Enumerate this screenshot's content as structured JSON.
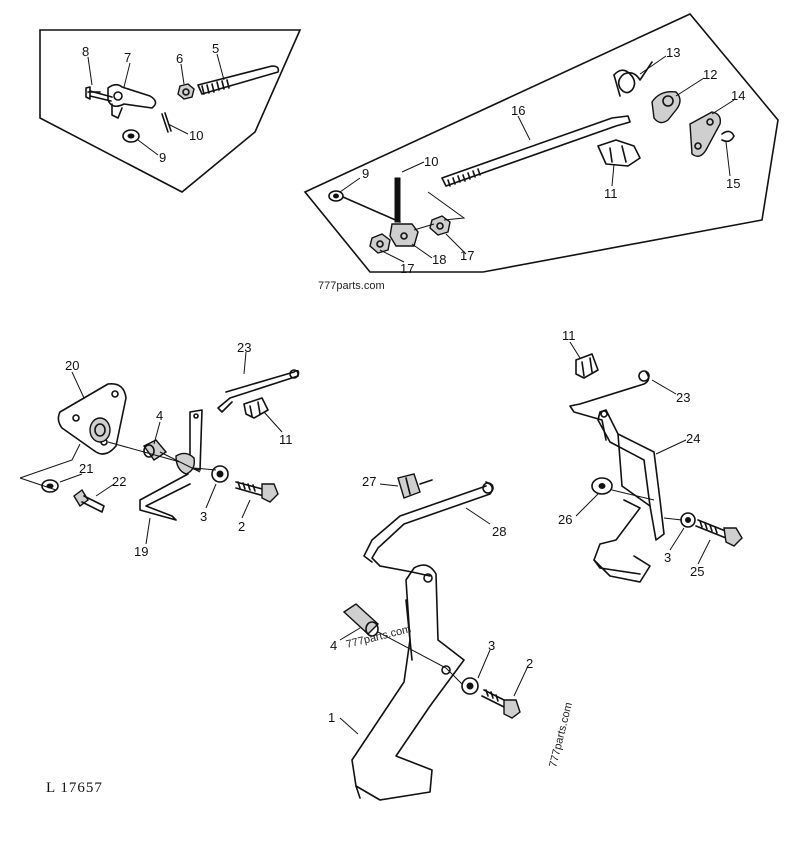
{
  "watermarks": [
    "777parts.com",
    "777parts.com",
    "777parts.com"
  ],
  "reference": "L  17657",
  "callouts": {
    "box1": [
      "8",
      "7",
      "6",
      "5",
      "10",
      "9"
    ],
    "box2": [
      "13",
      "12",
      "14",
      "16",
      "15",
      "11",
      "10",
      "9",
      "18",
      "17",
      "17"
    ],
    "left_assembly": [
      "20",
      "4",
      "23",
      "11",
      "21",
      "22",
      "3",
      "2",
      "19"
    ],
    "center_pedal": [
      "27",
      "28",
      "4",
      "3",
      "2",
      "1"
    ],
    "right_assembly": [
      "11",
      "23",
      "24",
      "26",
      "3",
      "25"
    ]
  }
}
